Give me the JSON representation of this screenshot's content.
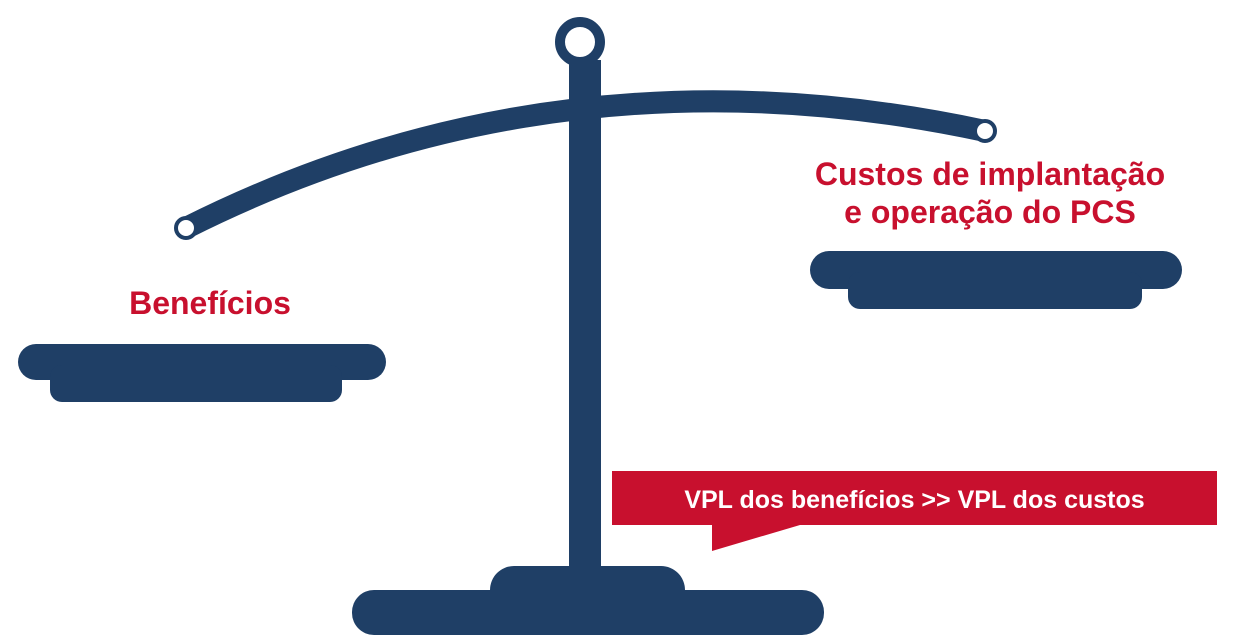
{
  "colors": {
    "scale": "#1f3f66",
    "accent": "#c8102e",
    "callout_text": "#ffffff",
    "background": "#ffffff"
  },
  "labels": {
    "left_pan": "Benefícios",
    "right_pan_line1": "Custos de implantação",
    "right_pan_line2": "e operação do PCS",
    "callout": "VPL dos benefícios >> VPL dos custos"
  }
}
